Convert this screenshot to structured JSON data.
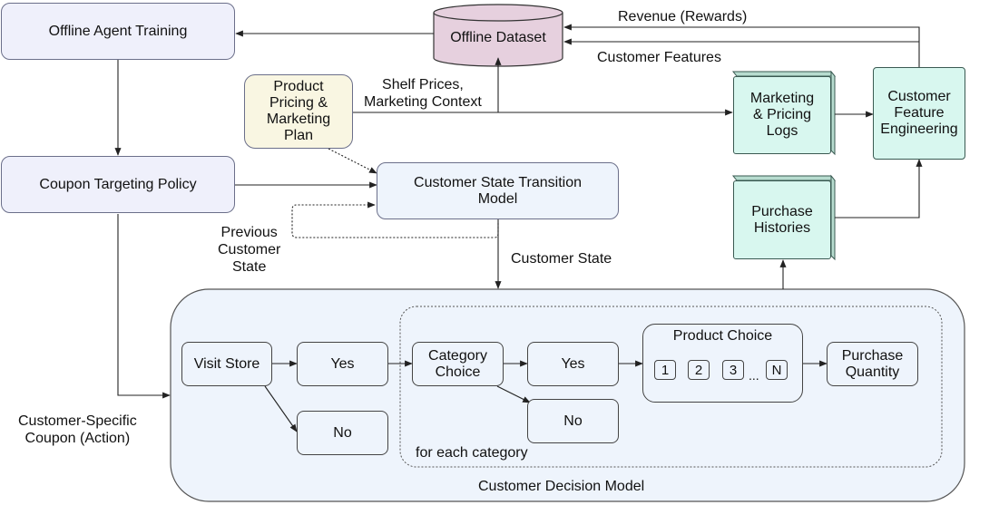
{
  "nodes": {
    "offline_agent_training": "Offline Agent Training",
    "offline_dataset": "Offline Dataset",
    "coupon_targeting_policy": "Coupon Targeting Policy",
    "product_pricing_plan": [
      "Product",
      "Pricing &",
      "Marketing",
      "Plan"
    ],
    "customer_state_transition_model": [
      "Customer State Transition",
      "Model"
    ],
    "marketing_pricing_logs": [
      "Marketing",
      "& Pricing",
      "Logs"
    ],
    "customer_feature_engineering": [
      "Customer",
      "Feature",
      "Engineering"
    ],
    "purchase_histories": [
      "Purchase",
      "Histories"
    ],
    "visit_store": "Visit Store",
    "yes_visit": "Yes",
    "no_visit": "No",
    "category_choice": [
      "Category",
      "Choice"
    ],
    "yes_category": "Yes",
    "no_category": "No",
    "product_choice": "Product Choice",
    "product_options": [
      "1",
      "2",
      "3",
      "N"
    ],
    "ellipsis": "...",
    "purchase_quantity": [
      "Purchase",
      "Quantity"
    ],
    "customer_decision_model": "Customer Decision Model",
    "for_each_category": "for each category"
  },
  "edge_labels": {
    "revenue_rewards": "Revenue (Rewards)",
    "customer_features": "Customer Features",
    "shelf_prices": [
      "Shelf Prices,",
      "Marketing Context"
    ],
    "previous_customer_state": [
      "Previous",
      "Customer",
      "State"
    ],
    "customer_state": "Customer State",
    "customer_specific_coupon": [
      "Customer-Specific",
      "Coupon (Action)"
    ]
  },
  "colors": {
    "dataset_fill": "#e6d0de",
    "dataset_stroke": "#9a6b8d",
    "policy_fill": "#eff0fb",
    "plan_fill": "#f9f6e2",
    "model_fill": "#eef4fc",
    "log_fill": "#d8f7ef",
    "edge": "#222222"
  },
  "icons": {
    "product_choice_mark": "checkmark-icon"
  }
}
